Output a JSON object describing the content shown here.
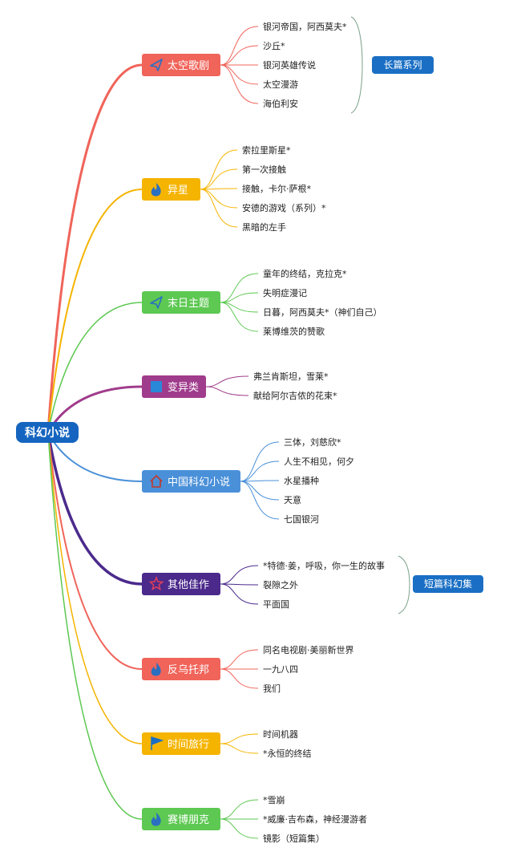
{
  "root": {
    "label": "科幻小说",
    "color": "#1565c0"
  },
  "branches": [
    {
      "label": "太空歌剧",
      "color": "#f0645a",
      "icon": "paper-plane-icon",
      "leaves": [
        "银河帝国，阿西莫夫*",
        "沙丘*",
        "银河英雄传说",
        "太空漫游",
        "海伯利安"
      ]
    },
    {
      "label": "异星",
      "color": "#f5b400",
      "icon": "fire-icon",
      "leaves": [
        "索拉里斯星*",
        "第一次接触",
        "接触，卡尔·萨根*",
        "安德的游戏（系列）*",
        "黑暗的左手"
      ]
    },
    {
      "label": "末日主题",
      "color": "#5dc852",
      "icon": "paper-plane-icon",
      "leaves": [
        "童年的终结，克拉克*",
        "失明症漫记",
        "日暮，阿西莫夫*（神们自己）",
        "莱博维茨的赞歌"
      ]
    },
    {
      "label": "变异类",
      "color": "#a03c8c",
      "icon": "square-icon",
      "leaves": [
        "弗兰肯斯坦，雪莱*",
        "献给阿尔吉侬的花束*"
      ]
    },
    {
      "label": "中国科幻小说",
      "color": "#4a90d9",
      "icon": "home-icon",
      "leaves": [
        "三体，刘慈欣*",
        "人生不相见，何夕",
        "水星播种",
        "天意",
        "七国银河"
      ]
    },
    {
      "label": "其他佳作",
      "color": "#4b2a8c",
      "icon": "star-icon",
      "leaves": [
        "*特德·姜，呼吸，你一生的故事",
        "裂隙之外",
        "平面国"
      ]
    },
    {
      "label": "反乌托邦",
      "color": "#f0645a",
      "icon": "fire-icon",
      "leaves": [
        "同名电视剧·美丽新世界",
        "一九八四",
        "我们"
      ]
    },
    {
      "label": "时间旅行",
      "color": "#f5b400",
      "icon": "flag-icon",
      "leaves": [
        "时间机器",
        "*永恒的终结"
      ]
    },
    {
      "label": "赛博朋克",
      "color": "#5dc852",
      "icon": "fire-icon",
      "leaves": [
        "*雪崩",
        "*威廉·吉布森，神经漫游者",
        "镜影（短篇集）"
      ]
    }
  ],
  "summaries": [
    {
      "label": "长篇系列",
      "branch": 0,
      "color": "#1a6fc4"
    },
    {
      "label": "短篇科幻集",
      "branch": 5,
      "color": "#1a6fc4"
    }
  ]
}
